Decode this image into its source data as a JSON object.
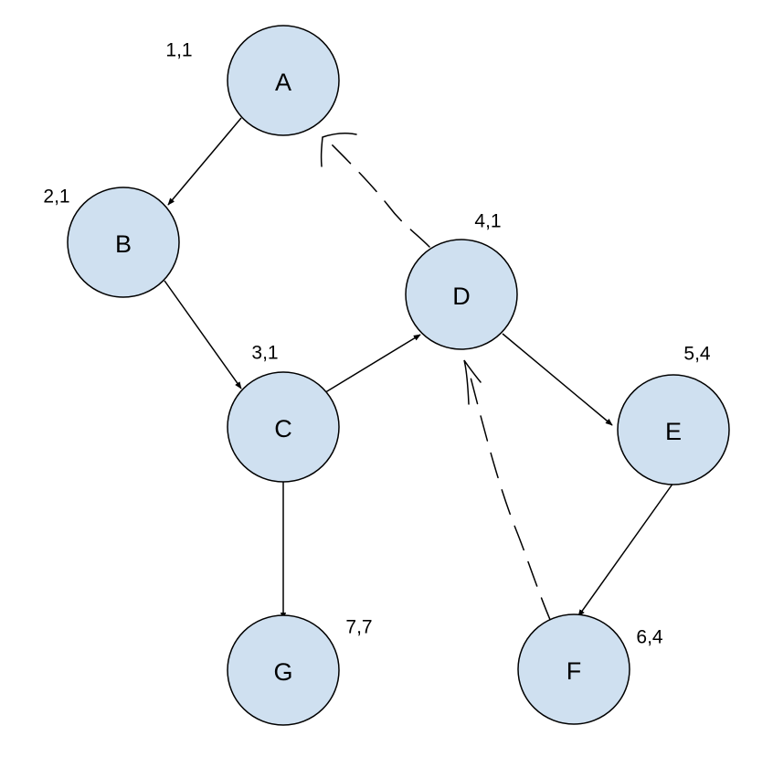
{
  "nodes": [
    {
      "id": "A",
      "label": "A",
      "annotation": "1,1"
    },
    {
      "id": "B",
      "label": "B",
      "annotation": "2,1"
    },
    {
      "id": "C",
      "label": "C",
      "annotation": "3,1"
    },
    {
      "id": "D",
      "label": "D",
      "annotation": "4,1"
    },
    {
      "id": "E",
      "label": "E",
      "annotation": "5,4"
    },
    {
      "id": "F",
      "label": "F",
      "annotation": "6,4"
    },
    {
      "id": "G",
      "label": "G",
      "annotation": "7,7"
    }
  ],
  "edges": [
    {
      "from": "A",
      "to": "B",
      "style": "solid"
    },
    {
      "from": "B",
      "to": "C",
      "style": "solid"
    },
    {
      "from": "C",
      "to": "D",
      "style": "solid"
    },
    {
      "from": "C",
      "to": "G",
      "style": "solid"
    },
    {
      "from": "D",
      "to": "E",
      "style": "solid"
    },
    {
      "from": "E",
      "to": "F",
      "style": "solid"
    },
    {
      "from": "D",
      "to": "A",
      "style": "dashed"
    },
    {
      "from": "F",
      "to": "D",
      "style": "dashed"
    }
  ],
  "colors": {
    "node_fill": "#cfe0f0",
    "stroke": "#000000",
    "background": "#ffffff"
  }
}
